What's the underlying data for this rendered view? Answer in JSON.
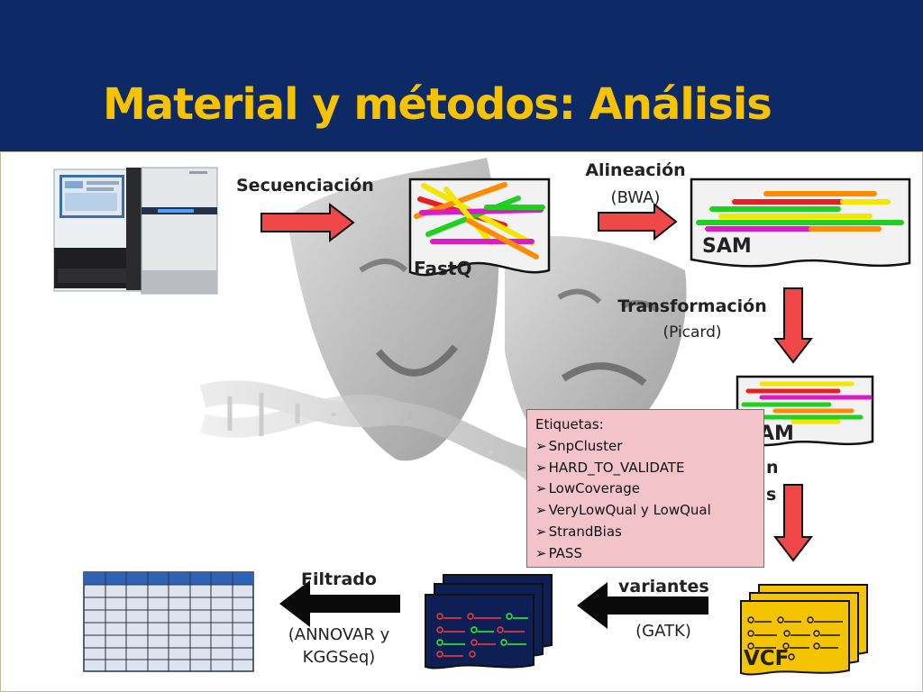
{
  "slide": {
    "title": "Material y métodos: Análisis"
  },
  "steps": {
    "sequencing": "Secuenciación",
    "alignment": "Alineación",
    "alignment_tool": "(BWA)",
    "transformation": "Transformación",
    "transformation_tool": "(Picard)",
    "variant_calling_fragment": "variantes",
    "variant_calling_tool": "(GATK)",
    "filtering": "Filtrado",
    "filtering_tool_line1": "(ANNOVAR y",
    "filtering_tool_line2": "KGGSeq)",
    "partial_line1": "n",
    "partial_line2": "s"
  },
  "files": {
    "fastq": "FastQ",
    "sam": "SAM",
    "bam_partial": "AM",
    "vcf": "VCF"
  },
  "tags_box": {
    "heading": "Etiquetas:",
    "items": [
      "SnpCluster",
      "HARD_TO_VALIDATE",
      "LowCoverage",
      "VeryLowQual y LowQual",
      "StrandBias",
      "PASS"
    ]
  },
  "colors": {
    "header_bg": "#0e2a66",
    "title": "#f7c300",
    "arrow_fill": "#f04848",
    "vcf_doc": "#f5c400",
    "variant_doc": "#0d1f55",
    "note_bg": "#f2c4ca"
  },
  "icons": [
    "sequencer-machine-image",
    "theater-masks-watermark",
    "dna-helix-watermark",
    "right-arrow-icon",
    "down-arrow-icon",
    "left-arrow-icon",
    "table-icon"
  ]
}
